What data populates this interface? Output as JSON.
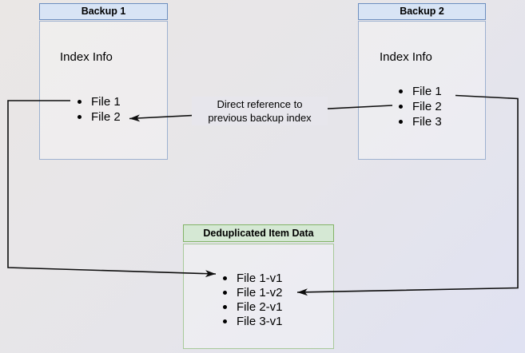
{
  "colors": {
    "bg_start": "#eae7e5",
    "bg_mid": "#e6e5ea",
    "bg_end": "#e0e2f2",
    "blue_header_fill": "#d8e4f5",
    "blue_border": "#6c8ebf",
    "blue_body_border": "#9db1d0",
    "green_header_fill": "#d5e8d4",
    "green_border": "#82b366",
    "green_body_border": "#a7c999",
    "arrow": "#0d0d0d",
    "label_bg": "#e7e6ec"
  },
  "backup1": {
    "title": "Backup 1",
    "section_label": "Index Info",
    "files": [
      "File 1",
      "File 2"
    ]
  },
  "backup2": {
    "title": "Backup 2",
    "section_label": "Index Info",
    "files": [
      "File 1",
      "File 2",
      "File 3"
    ]
  },
  "dedup": {
    "title": "Deduplicated Item Data",
    "files": [
      "File 1-v1",
      "File 1-v2",
      "File 2-v1",
      "File 3-v1"
    ]
  },
  "annotation": {
    "line1": "Direct reference to",
    "line2": "previous backup index"
  }
}
